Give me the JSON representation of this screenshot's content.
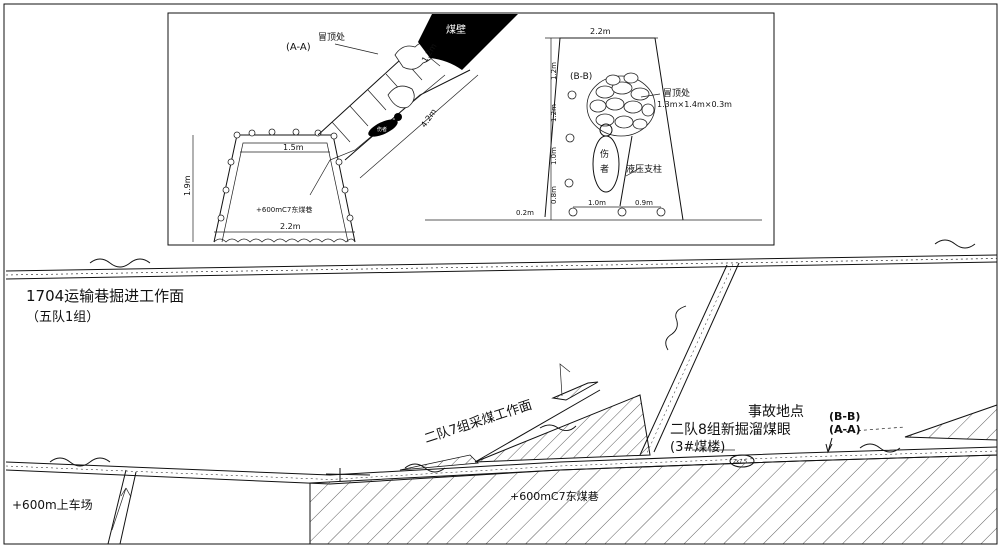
{
  "colors": {
    "ink": "#111111",
    "paper": "#ffffff",
    "coal_fill": "#000000"
  },
  "inset": {
    "section_aa": {
      "label": "(A-A)",
      "collapse_label": "冒顶处",
      "coal_wall_label": "煤壁",
      "dim_top_width": "1.5m",
      "dim_height": "1.9m",
      "dim_bottom_width": "2.2m",
      "dim_slope_length": "4.2m",
      "dim_slope_top": "1.2m",
      "roadway_label": "+600mC7东煤巷",
      "victim_tag": "伤者"
    },
    "section_bb": {
      "label": "(B-B)",
      "dim_top_width": "2.2m",
      "dim_1_2_upper": "1.2m",
      "dim_1_2_lower": "1.2m",
      "dim_1_0": "1.0m",
      "dim_0_8": "0.8m",
      "dim_0_2": "0.2m",
      "dim_bottom_1_0": "1.0m",
      "dim_bottom_0_9": "0.9m",
      "collapse_label": "冒顶处",
      "collapse_size": "1.3m×1.4m×0.3m",
      "victim_char_1": "伤",
      "victim_char_2": "者",
      "prop_label": "液压支柱"
    }
  },
  "plan": {
    "face_1704_line1": "1704运输巷掘进工作面",
    "face_1704_line2": "（五队1组）",
    "face_team2_g7": "二队7组采煤工作面",
    "accident_site": "事故地点",
    "team2_g8_line1": "二队8组新掘溜煤眼",
    "team2_g8_line2": "(3#煤楼)",
    "section_bb_marker": "(B-B)",
    "section_aa_marker": "(A-A)",
    "lower_roadway": "+600mC7东煤巷",
    "yard": "+600m上车场",
    "small_callout": "2x7.5"
  }
}
